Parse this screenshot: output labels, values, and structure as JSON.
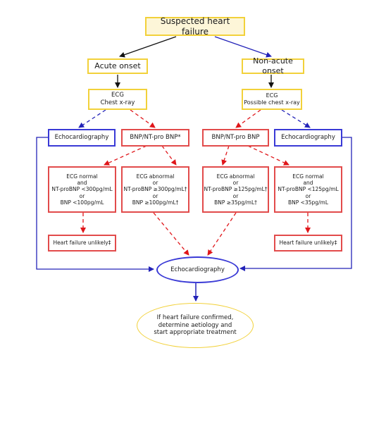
{
  "colors": {
    "yellow_border": "#f2d13a",
    "yellow_fill": "#fdf6d8",
    "red": "#e24b4b",
    "blue": "#3a3ad6",
    "black": "#111111"
  },
  "nodes": {
    "start": "Suspected heart failure",
    "acute": "Acute onset",
    "nonacute": "Non-acute onset",
    "ecg_acute": [
      "ECG",
      "Chest x-ray"
    ],
    "ecg_nonacute": [
      "ECG",
      "Possible chest x-ray"
    ],
    "echo_left": "Echocardiography",
    "bnp_left": "BNP/NT-pro BNP*",
    "bnp_right": "BNP/NT-pro BNP",
    "echo_right": "Echocardiography",
    "res1": [
      "ECG normal",
      "and",
      "NT-proBNP <300pg/mL",
      "or",
      "BNP <100pg/mL"
    ],
    "res2": [
      "ECG abnormal",
      "or",
      "NT-proBNP ≥300pg/mL†",
      "or",
      "BNP ≥100pg/mL†"
    ],
    "res3": [
      "ECG abnormal",
      "or",
      "NT-proBNP ≥125pg/mL†",
      "or",
      "BNP ≥35pg/mL†"
    ],
    "res4": [
      "ECG normal",
      "and",
      "NT-proBNP <125pg/mL",
      "or",
      "BNP <35pg/mL"
    ],
    "hf_left": "Heart failure unlikely‡",
    "hf_right": "Heart failure unlikely‡",
    "echo_center": "Echocardiography",
    "final": [
      "If heart failure confirmed,",
      "determine aetiology and",
      "start appropriate treatment"
    ]
  }
}
